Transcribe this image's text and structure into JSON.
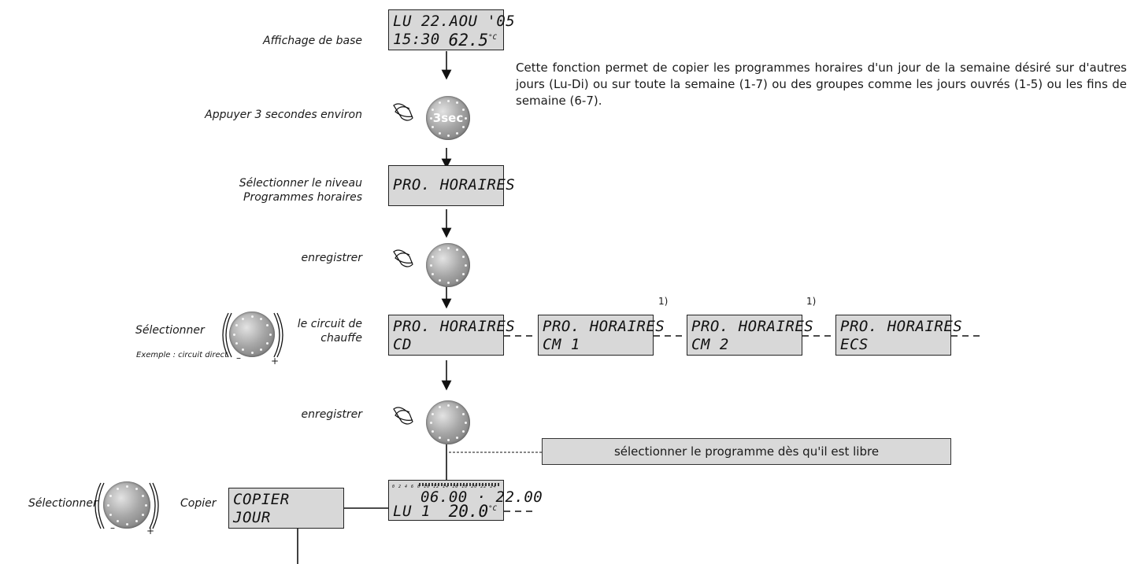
{
  "labels": {
    "affichage": "Affichage de base",
    "appuyer": "Appuyer 3 secondes environ",
    "selectionner_niveau": "Sélectionner le niveau",
    "programmes_horaires": "Programmes horaires",
    "enregistrer_1": "enregistrer",
    "selectionner_1": "Sélectionner",
    "circuit_de": "le circuit de",
    "chauffe": "chauffe",
    "exemple": "Exemple : circuit direct",
    "enregistrer_2": "enregistrer",
    "selectionner_2": "Sélectionner",
    "copier": "Copier",
    "minus": "–",
    "plus": "+"
  },
  "description": "Cette fonction permet de copier les programmes horaires d'un jour de la semaine désiré sur d'autres jours (Lu-Di) ou sur toute la semaine (1-7) ou des groupes comme les jours ouvrés (1-5) ou les fins de semaine (6-7).",
  "note_box": "sélectionner le programme dès qu'il est libre",
  "footnote": "1)",
  "knob_3sec": "3sec",
  "lcd": {
    "base": {
      "line1": "LU 22.AOU '05",
      "time": "15:30",
      "temp": "62.5",
      "unit": "°C"
    },
    "prog_level": {
      "line1": "PRO. HORAIRES"
    },
    "cd": {
      "line1": "PRO. HORAIRES",
      "line2": "CD"
    },
    "cm1": {
      "line1": "PRO. HORAIRES",
      "line2": "CM 1"
    },
    "cm2": {
      "line1": "PRO. HORAIRES",
      "line2": "CM 2"
    },
    "ecs": {
      "line1": "PRO. HORAIRES",
      "line2": "ECS"
    },
    "copier": {
      "line1": "COPIER",
      "line2": "JOUR"
    },
    "program": {
      "ticks": "0 2 4 6 8 10 12 14 16 18 20 22 24",
      "line1": "06.00 · 22.00",
      "line2": "LU 1",
      "temp": "20.0",
      "unit": "°C"
    }
  }
}
